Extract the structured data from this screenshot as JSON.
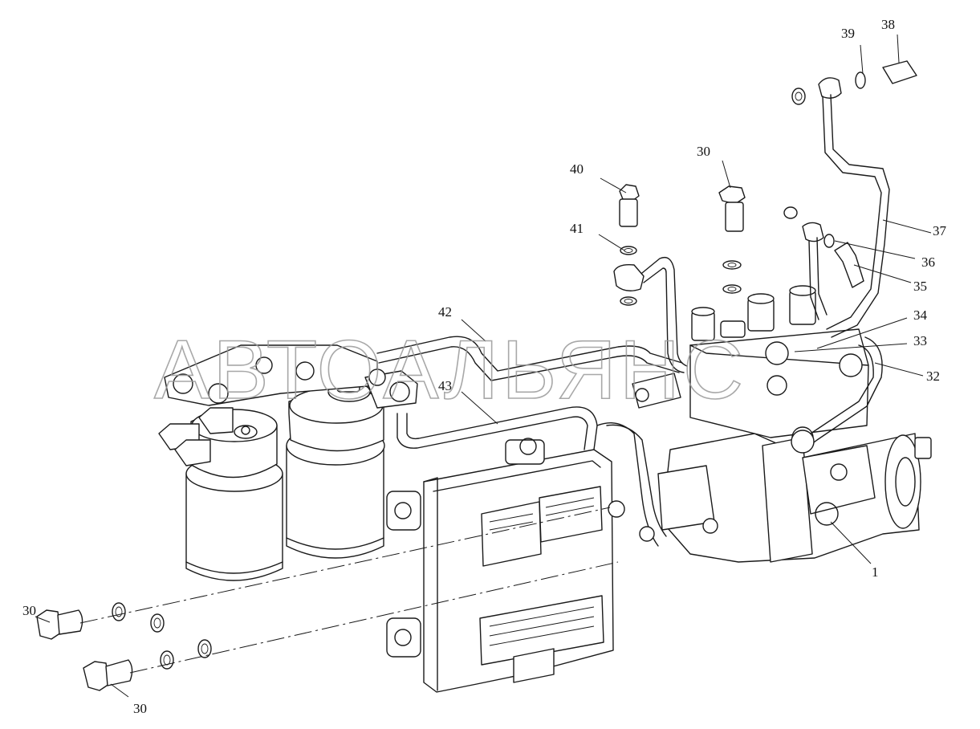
{
  "watermark": "АВТОАЛЬЯНС",
  "callouts": {
    "c1": "1",
    "c30_top": "30",
    "c30_left": "30",
    "c30_bottom": "30",
    "c32": "32",
    "c33": "33",
    "c34": "34",
    "c35": "35",
    "c36": "36",
    "c37": "37",
    "c38": "38",
    "c39": "39",
    "c40": "40",
    "c41": "41",
    "c42": "42",
    "c43": "43"
  }
}
